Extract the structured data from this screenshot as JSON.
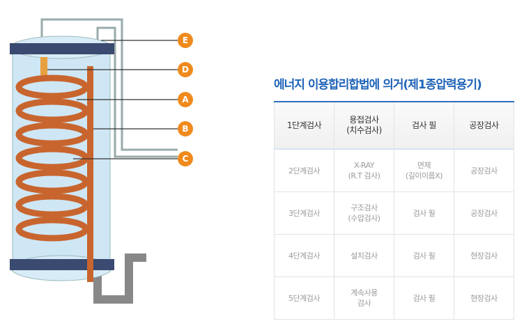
{
  "diagram": {
    "labels": [
      "E",
      "D",
      "A",
      "B",
      "C"
    ]
  },
  "title": "에너지 이용합리합법에 의거(제1종압력용기)",
  "table": {
    "header": [
      "1단계검사",
      "용접검사\n(치수검사)",
      "검사 필",
      "공장검사"
    ],
    "rows": [
      [
        "2단계검사",
        "X-RAY\n(R.T 검사)",
        "면제\n(길이이름X)",
        "공장검사"
      ],
      [
        "3단계검사",
        "구조검사\n(수압검사)",
        "검사 필",
        "공장검사"
      ],
      [
        "4단계검사",
        "설치검사",
        "검사 필",
        "현장검사"
      ],
      [
        "5단계검사",
        "계속사용\n검사",
        "검사 필",
        "현장검사"
      ]
    ]
  },
  "colors": {
    "accent": "#1f63b8",
    "label": "#f08a1c",
    "copper": "#c8652e"
  }
}
